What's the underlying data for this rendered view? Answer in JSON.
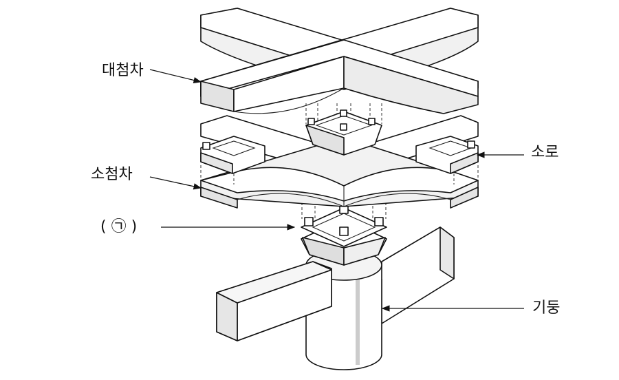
{
  "labels": {
    "large_bracket": "대첨차",
    "small_bracket": "소첨차",
    "bearing_block": "소로",
    "bracket_base": "( ㉠ )",
    "column": "기둥"
  },
  "colors": {
    "stroke": "#111111",
    "face_light": "#ffffff",
    "face_mid": "#eeeeee",
    "face_dark": "#dcdcdc"
  }
}
